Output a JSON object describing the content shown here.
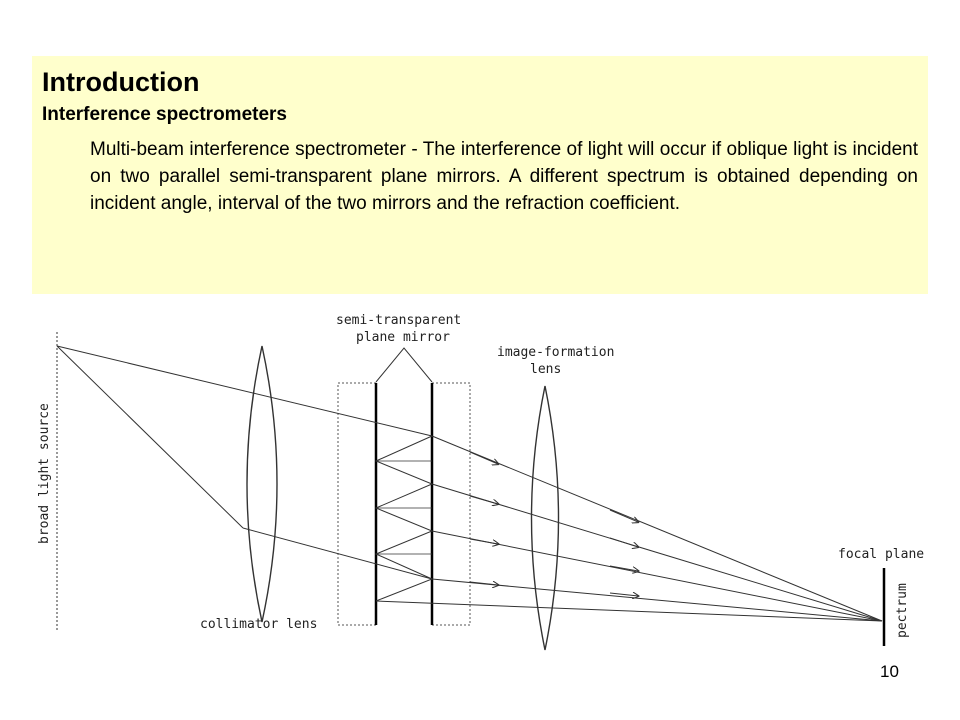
{
  "slide": {
    "title": "Introduction",
    "subtitle": "Interference spectrometers",
    "body": "Multi-beam interference spectrometer - The interference of light will occur if oblique light is incident on two parallel semi-transparent plane mirrors. A different spectrum is obtained depending on incident angle, interval of the two mirrors and the refraction coefficient.",
    "page_number": "10"
  },
  "diagram": {
    "labels": {
      "mirror_line1": "semi-transparent",
      "mirror_line2": "plane mirror",
      "lens_line1": "image-formation",
      "lens_line2": "lens",
      "source": "broad light source",
      "collimator": "collimator lens",
      "focal_plane": "focal plane",
      "spectrum": "pectrum"
    }
  },
  "colors": {
    "box_background": "#ffffcc"
  }
}
